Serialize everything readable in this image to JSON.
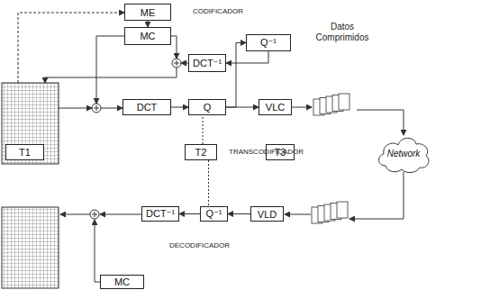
{
  "diagram": {
    "nodes": [
      {
        "text": [
          "ME"
        ]
      },
      {
        "text": [
          "MC"
        ]
      },
      {
        "text": [
          "Q⁻¹"
        ]
      },
      {
        "text": [
          "DCT⁻¹"
        ]
      },
      {
        "text": [
          "DCT"
        ]
      },
      {
        "text": [
          "Q"
        ]
      },
      {
        "text": [
          "VLC"
        ]
      },
      {
        "text": [
          "T1"
        ]
      },
      {
        "text": [
          "T2"
        ]
      },
      {
        "text": [
          "T3"
        ]
      },
      {
        "text": [
          "Network"
        ]
      },
      {
        "text": [
          "DCT⁻¹"
        ]
      },
      {
        "text": [
          "Q⁻¹"
        ]
      },
      {
        "text": [
          "VLD"
        ]
      },
      {
        "text": [
          "MC"
        ]
      }
    ],
    "edges": [
      {
        "from": 0,
        "to": 1,
        "arrow": "to"
      },
      {
        "from": 5,
        "to": 2,
        "arrow": "to"
      },
      {
        "from": 2,
        "to": 3,
        "arrow": "to"
      },
      {
        "from": 4,
        "to": 5,
        "arrow": "to"
      },
      {
        "from": 5,
        "to": 6,
        "arrow": "to"
      },
      {
        "from": 8,
        "to": 5,
        "arrow": "none"
      },
      {
        "from": 8,
        "to": 12,
        "arrow": "none"
      },
      {
        "from": 13,
        "to": 12,
        "arrow": "to"
      },
      {
        "from": 12,
        "to": 11,
        "arrow": "to"
      }
    ],
    "labels": [
      "CODIFICADOR",
      "Datos Comprimidos",
      "TRANSCODIFICADOR",
      "DECODIFICADOR"
    ]
  }
}
